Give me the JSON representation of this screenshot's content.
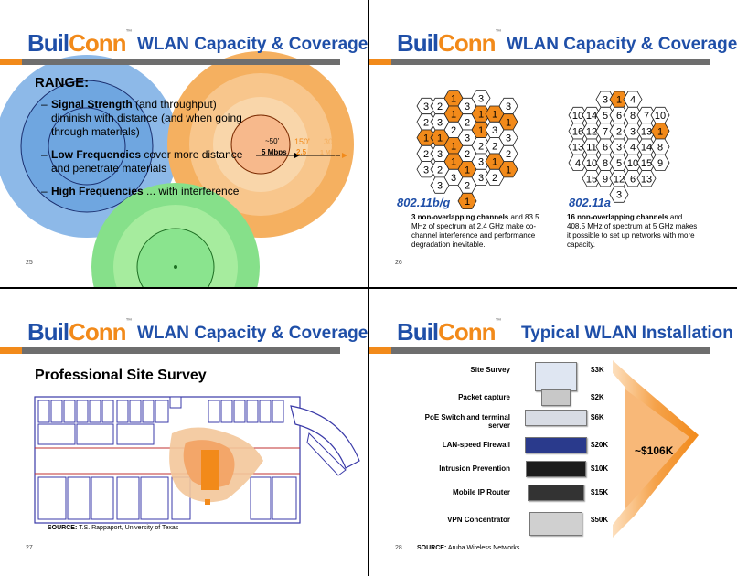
{
  "brand": {
    "logo_part1": "Buil",
    "logo_part2": "Conn",
    "logo_tm": "™"
  },
  "colors": {
    "brand_blue": "#1f4fa8",
    "brand_orange": "#f28a1a",
    "bar_gray": "#6e6e6e"
  },
  "slide25": {
    "title": "WLAN Capacity & Coverage",
    "heading": "RANGE:",
    "bullet1_bold": "Signal Strength",
    "bullet1_rest": " (and throughput) diminish with distance (and when going through materials)",
    "bullet2_bold": "Low Frequencies",
    "bullet2_rest": " cover more distance and penetrate materials",
    "bullet3_bold": "High Frequencies",
    "bullet3_rest": " ... with interference",
    "ring_labels": {
      "d1": "~50'",
      "r1": "5 Mbps",
      "d2": "150'",
      "r2": "2.5",
      "d3": "300'",
      "r3": "1 Mbps"
    },
    "page": "25"
  },
  "slide26": {
    "title": "WLAN Capacity & Coverage",
    "bg_label": "802.11b/g",
    "bg_desc_bold": "3 non-overlapping channels",
    "bg_desc_rest": " and 83.5 MHz of spectrum at 2.4 GHz make co-channel interference and performance degradation inevitable.",
    "a_label": "802.11a",
    "a_desc_bold": "16 non-overlapping channels",
    "a_desc_rest": " and 408.5 MHz of spectrum at 5 GHz makes it possible to set up networks with more capacity.",
    "page": "26"
  },
  "slide27": {
    "title": "WLAN Capacity & Coverage",
    "heading": "Professional Site Survey",
    "source_bold": "SOURCE:",
    "source_rest": " T.S. Rappaport, University of Texas",
    "page": "27"
  },
  "slide28": {
    "title": "Typical WLAN Installation",
    "items": [
      {
        "label": "Site Survey",
        "cost": "$3K"
      },
      {
        "label": "Packet capture",
        "cost": "$2K"
      },
      {
        "label": "PoE Switch and terminal server",
        "cost": "$6K"
      },
      {
        "label": "LAN-speed Firewall",
        "cost": "$20K"
      },
      {
        "label": "Intrusion Prevention",
        "cost": "$10K"
      },
      {
        "label": "Mobile IP Router",
        "cost": "$15K"
      },
      {
        "label": "VPN Concentrator",
        "cost": "$50K"
      }
    ],
    "total": "~$106K",
    "source_bold": "SOURCE:",
    "source_rest": " Aruba Wireless Networks",
    "page": "28"
  }
}
